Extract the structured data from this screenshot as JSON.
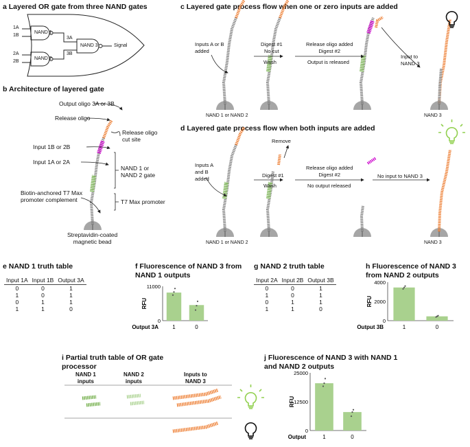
{
  "panel_a": {
    "title": "a Layered OR gate from three NAND gates",
    "in_1a": "1A",
    "in_1b": "1B",
    "in_2a": "2A",
    "in_2b": "2B",
    "nand1": "NAND 1",
    "nand2": "NAND 2",
    "nand3": "NAND 3",
    "w3a": "3A",
    "w3b": "3B",
    "signal": "Signal"
  },
  "panel_b": {
    "title": "b Architecture of layered gate",
    "output_oligo": "Output oligo 3A or 3B",
    "release_oligo": "Release oligo",
    "release_cut": "Release oligo\ncut site",
    "input_1b": "Input 1B or 2B",
    "input_1a": "Input 1A or 2A",
    "nand_gate": "NAND 1 or\nNAND 2 gate",
    "biotin": "Biotin-anchored T7 Max\npromoter complement",
    "t7": "T7 Max promoter",
    "bead": "Streptavidin-coated\nmagnetic bead"
  },
  "panel_c": {
    "title": "c Layered gate process flow when one or zero inputs are added",
    "inputs": "Inputs A or B\nadded",
    "digest1": "Digest #1\nNo cut",
    "wash": "Wash",
    "release": "Release oligo added\nDigest #2",
    "output_released": "Output is released",
    "input_to": "Input to\nNAND 3",
    "nand12": "NAND 1 or NAND 2",
    "nand3": "NAND 3"
  },
  "panel_d": {
    "title": "d Layered gate process flow when both inputs are added",
    "inputs": "Inputs A\nand B\nadded",
    "remove": "Remove",
    "digest1": "Digest #1",
    "wash": "Wash",
    "release": "Release oligo added\nDigest #2",
    "no_output": "No output released",
    "no_input": "No input to NAND 3",
    "nand12": "NAND 1 or NAND 2",
    "nand3": "NAND 3"
  },
  "panel_e": {
    "title": "e NAND 1 truth table",
    "headers": [
      "Input 1A",
      "Input 1B",
      "Output 3A"
    ],
    "rows": [
      [
        "0",
        "0",
        "1"
      ],
      [
        "1",
        "0",
        "1"
      ],
      [
        "0",
        "1",
        "1"
      ],
      [
        "1",
        "1",
        "0"
      ]
    ]
  },
  "panel_g": {
    "title": "g NAND 2 truth table",
    "headers": [
      "Input 2A",
      "Input 2B",
      "Output 3B"
    ],
    "rows": [
      [
        "0",
        "0",
        "1"
      ],
      [
        "1",
        "0",
        "1"
      ],
      [
        "0",
        "1",
        "1"
      ],
      [
        "1",
        "1",
        "0"
      ]
    ]
  },
  "panel_i": {
    "title": "i Partial truth table of OR gate\nprocessor",
    "headers": [
      "NAND 1\ninputs",
      "NAND 2\ninputs",
      "Inputs to\nNAND 3"
    ]
  },
  "chart_data": [
    {
      "type": "bar",
      "title": "f Fluorescence of NAND 3 from\nNAND 1 outputs",
      "ylabel": "RFU",
      "xlabel": "Output 3A",
      "categories": [
        "1",
        "0"
      ],
      "values": [
        9000,
        5000
      ],
      "ylim": [
        0,
        11000
      ],
      "yticks": [
        0,
        11000
      ],
      "points": [
        [
          8200,
          9200,
          10300
        ],
        [
          3400,
          4800,
          6200
        ]
      ]
    },
    {
      "type": "bar",
      "title": "h Fluorescence of NAND 3\nfrom NAND 2 outputs",
      "ylabel": "RFU",
      "xlabel": "Output 3B",
      "categories": [
        "1",
        "0"
      ],
      "values": [
        3450,
        450
      ],
      "ylim": [
        0,
        4000
      ],
      "yticks": [
        0,
        2000,
        4000
      ],
      "points": [
        [
          3300,
          3450,
          3600
        ],
        [
          380,
          450,
          520
        ]
      ]
    },
    {
      "type": "bar",
      "title": "j Fluorescence of NAND 3 with NAND 1\nand NAND 2 outputs",
      "ylabel": "RFU",
      "xlabel": "Output",
      "categories": [
        "1",
        "0"
      ],
      "values": [
        20500,
        8000
      ],
      "ylim": [
        0,
        25000
      ],
      "yticks": [
        0,
        12500,
        25000
      ],
      "points": [
        [
          19200,
          20500,
          22500
        ],
        [
          6200,
          8000,
          9000
        ]
      ]
    }
  ],
  "colors": {
    "bar": "#a9d18e",
    "dot": "#555555",
    "strand_gray": "#7f7f7f",
    "strand_green": "#70ad47",
    "strand_lightgreen": "#a9d18e",
    "strand_orange": "#ed7d31",
    "strand_magenta": "#cc00cc",
    "bead": "#a6a6a6",
    "bulb_on": "#92d050"
  }
}
